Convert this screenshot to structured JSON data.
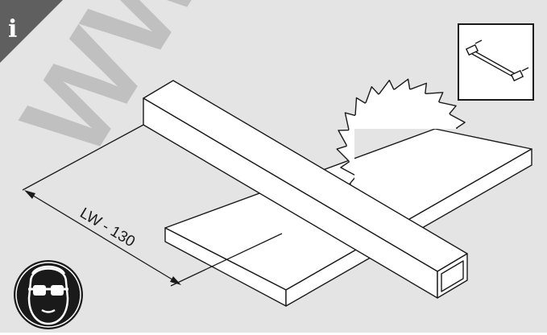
{
  "info_badge": {
    "letter": "i",
    "color": "#5f5f5f"
  },
  "dimension": {
    "label": "LW - 130"
  },
  "watermark": {
    "text": "WW",
    "color": "#bdbdbd"
  },
  "colors": {
    "background": "#e4e4e4",
    "line": "#1a1a1a",
    "fill": "#ffffff"
  },
  "icons": {
    "safety": "safety-goggles-icon",
    "inset": "bracket-rail-icon",
    "info": "info-icon"
  }
}
